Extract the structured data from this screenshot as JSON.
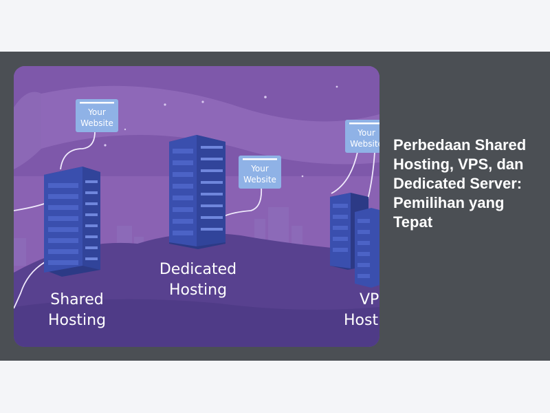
{
  "article": {
    "title": "Perbedaan Shared Hosting, VPS, dan Dedicated Server: Pemilihan yang Tepat"
  },
  "illustration": {
    "labels": {
      "shared_line1": "Shared",
      "shared_line2": "Hosting",
      "dedicated_line1": "Dedicated",
      "dedicated_line2": "Hosting",
      "vps_line1": "VPS",
      "vps_line2": "Hosting"
    },
    "badges": [
      {
        "line1": "Your",
        "line2": "Website"
      },
      {
        "line1": "Your",
        "line2": "Website"
      },
      {
        "line1": "Your",
        "line2": "Website"
      }
    ],
    "colors": {
      "sky": "#8a62b3",
      "hill": "#55408f",
      "server": "#3a4fae",
      "server_side": "#2c3a86",
      "badge": "#8fb2e6",
      "label_text": "#ffffff"
    }
  }
}
